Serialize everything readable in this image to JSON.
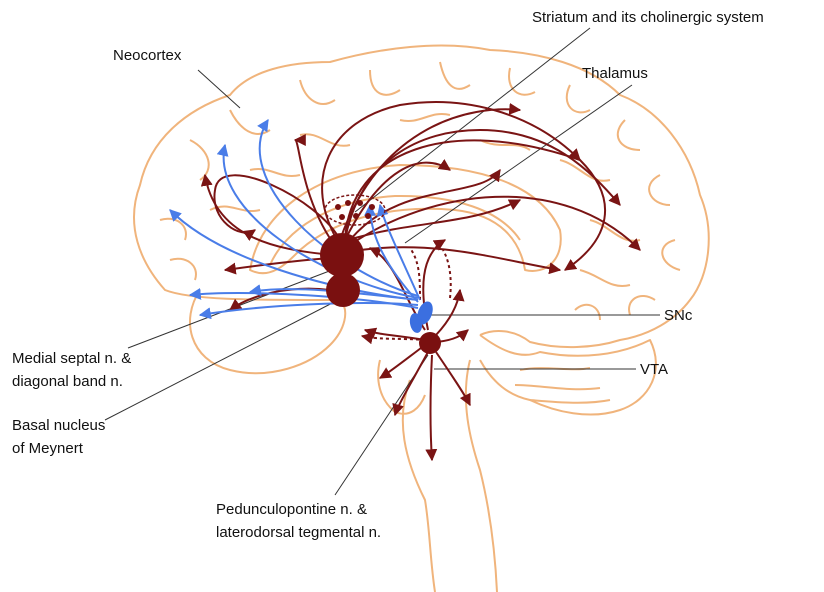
{
  "labels": {
    "neocortex": "Neocortex",
    "striatum": "Striatum and its cholinergic system",
    "thalamus": "Thalamus",
    "snc": "SNc",
    "vta": "VTA",
    "medial_septal_line1": "Medial septal n. &",
    "medial_septal_line2": "diagonal band n.",
    "basal_nucleus_line1": "Basal nucleus",
    "basal_nucleus_line2": "of Meynert",
    "ppn_line1": "Pedunculopontine n. &",
    "ppn_line2": "laterodorsal tegmental n."
  },
  "colors": {
    "brain_outline": "#f0b47c",
    "cholinergic_nucleus": "#7a1010",
    "cholinergic_pathway": "#7a1414",
    "dopaminergic_nucleus": "#3b6fe0",
    "dopaminergic_pathway": "#4a7de8",
    "leader_line": "#333333"
  },
  "icons": {
    "arrowhead": "arrow-icon"
  }
}
